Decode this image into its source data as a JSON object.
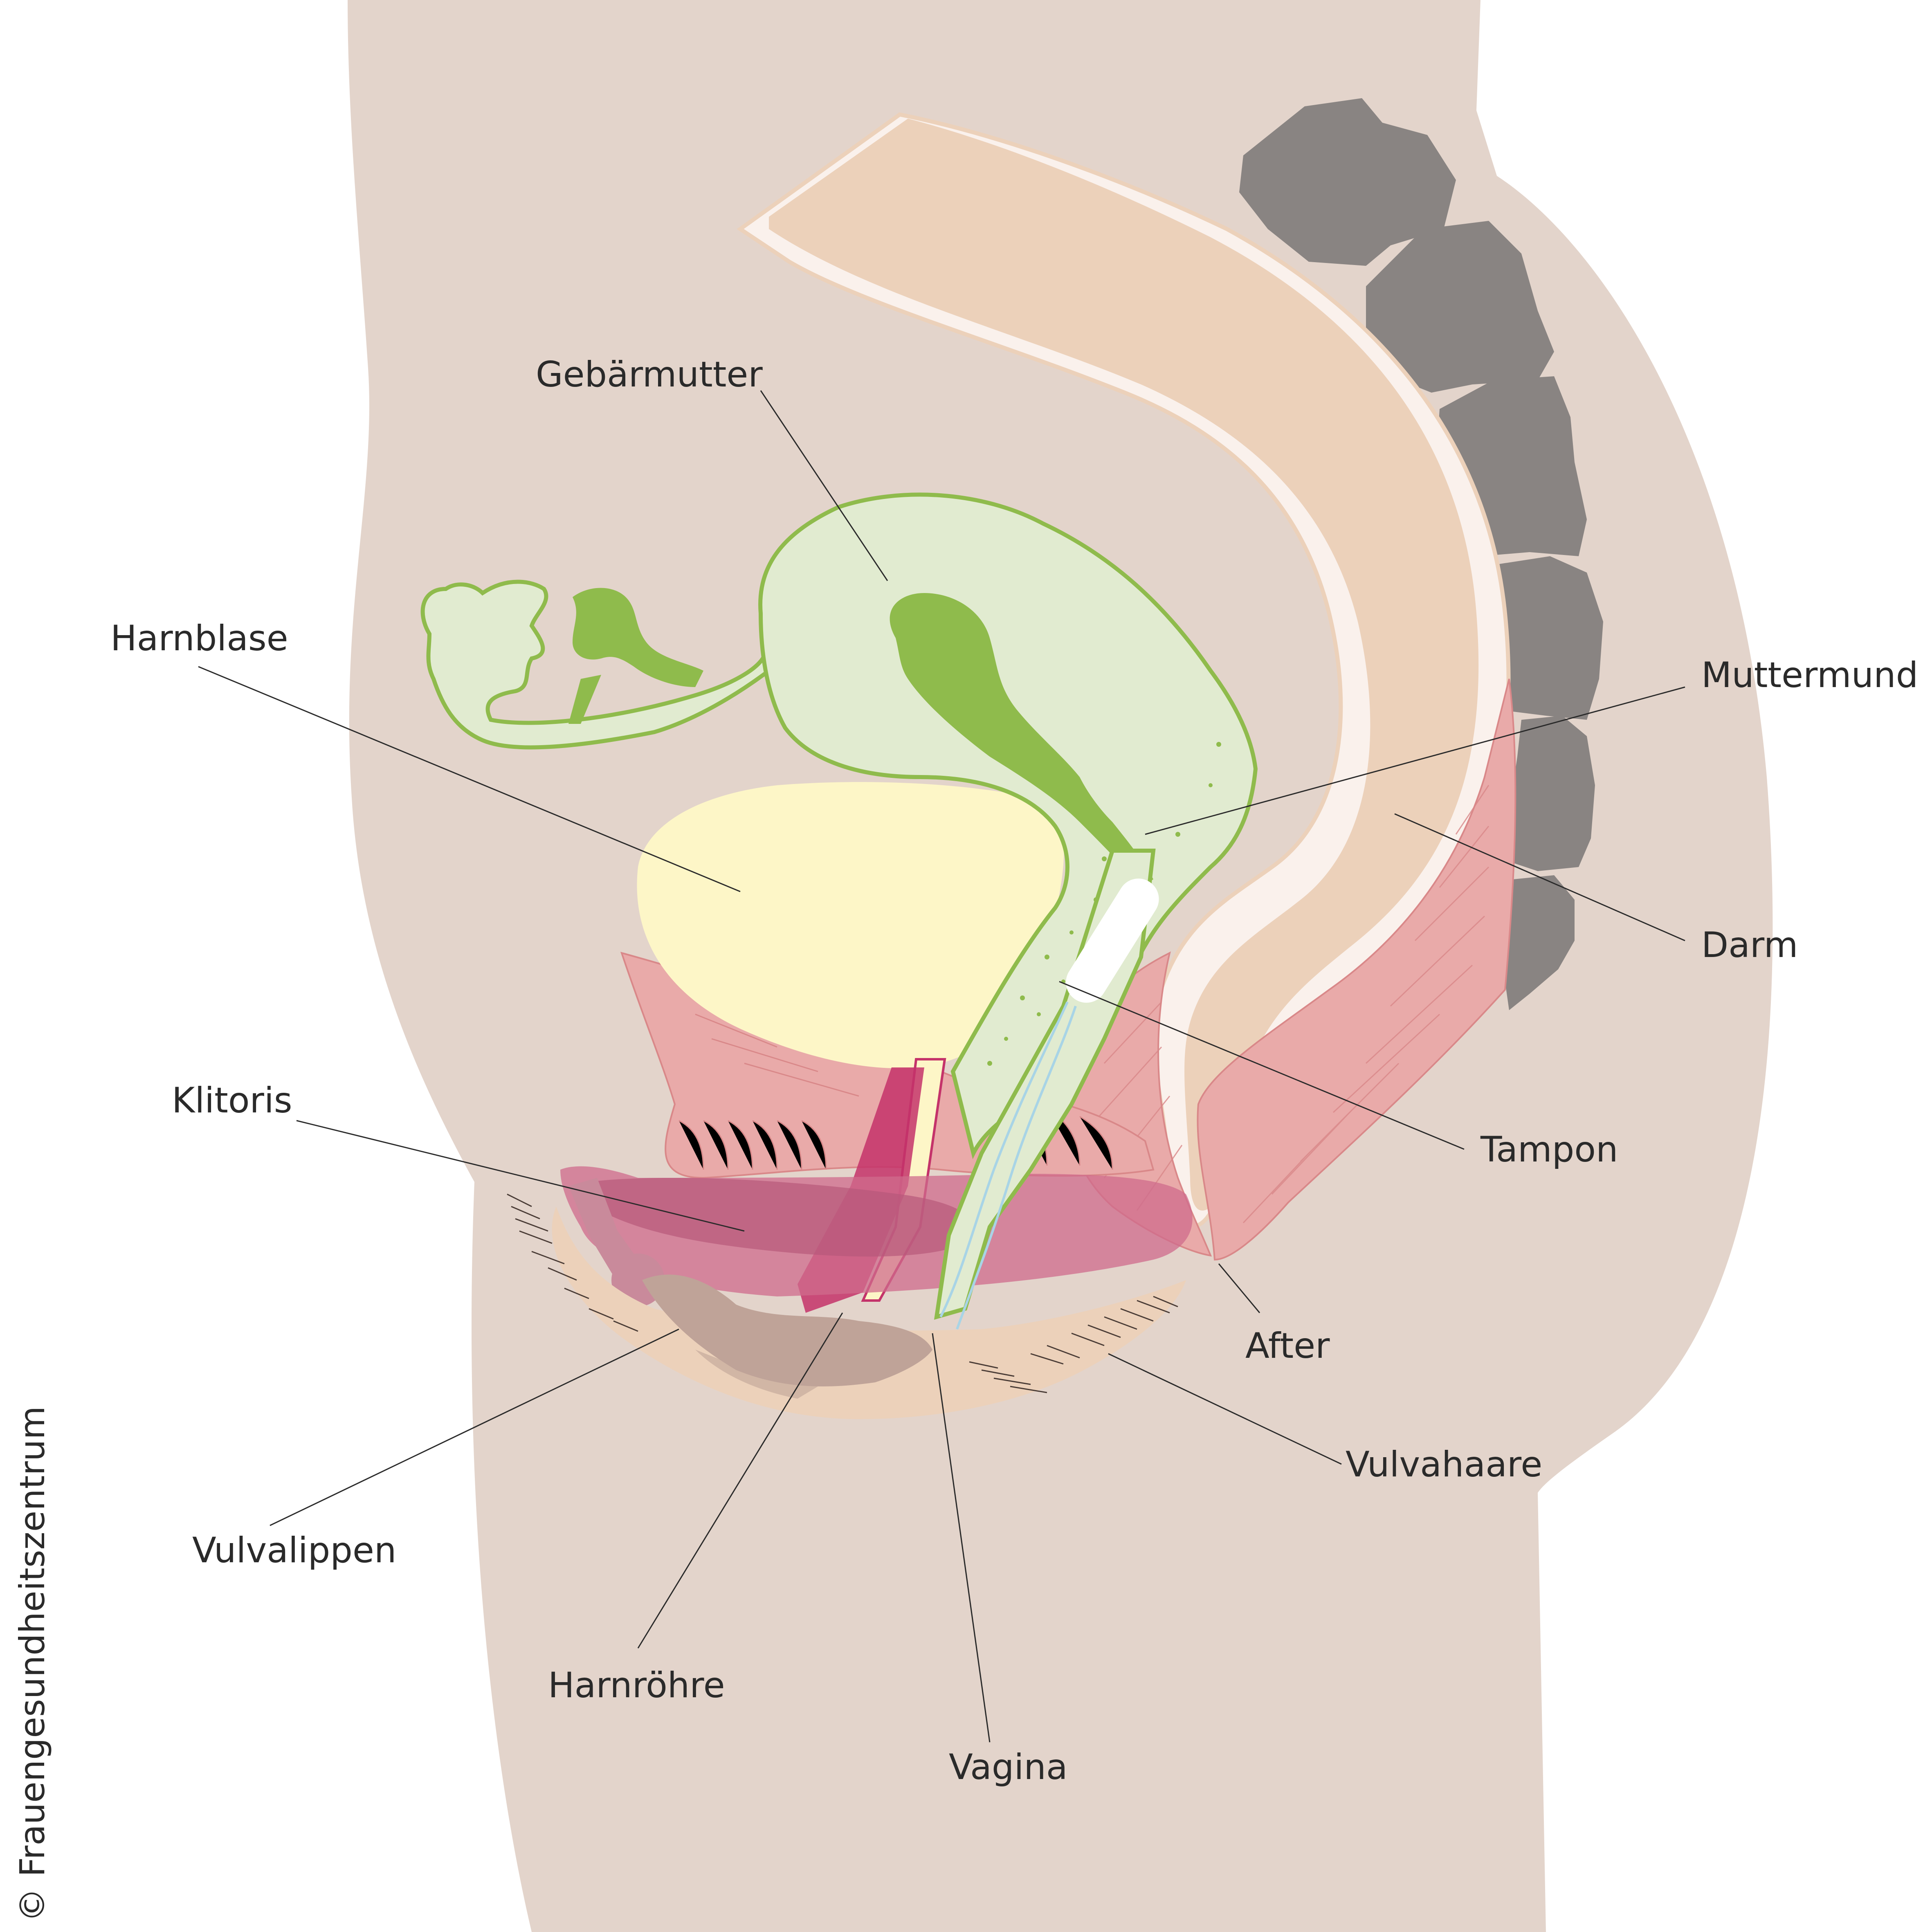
{
  "labels": {
    "gebaermutter": "Gebärmutter",
    "harnblase": "Harnblase",
    "muttermund": "Muttermund",
    "darm": "Darm",
    "tampon": "Tampon",
    "klitoris": "Klitoris",
    "after": "After",
    "vulvahaare": "Vulvahaare",
    "vulvalippen": "Vulvalippen",
    "harnroehre": "Harnröhre",
    "vagina": "Vagina"
  },
  "copyright": "© Frauengesundheitszentrum",
  "colors": {
    "background": "#ffffff",
    "body": "#e3d4cb",
    "vertebrae": "#898482",
    "intestine": "#ecd1ba",
    "intestine_wall": "#faf1ec",
    "uterus_fill": "#e1ebd0",
    "uterus_line": "#8fbb4c",
    "bladder": "#fdf6c7",
    "muscle": "#e9aaa9",
    "clitoris": "#cf6b8c",
    "urethra_tissue": "#c4336a",
    "labia": "#bfa398",
    "tampon": "#ffffff",
    "tampon_string": "#a8d4e6"
  }
}
